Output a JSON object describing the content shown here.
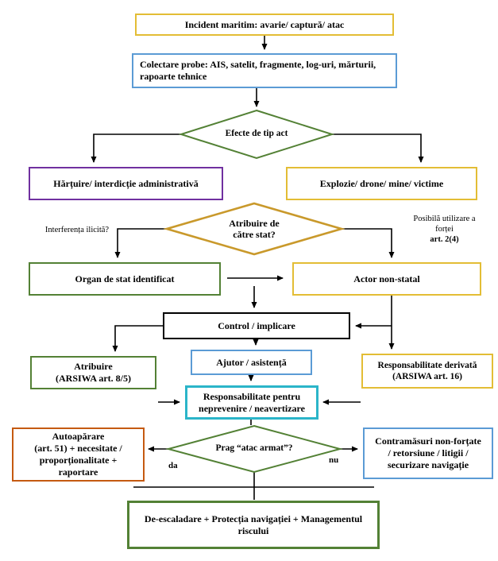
{
  "colors": {
    "yellow": "#e3bd35",
    "gold": "#c9992b",
    "blue": "#5b9bd5",
    "green": "#538135",
    "purple": "#7030a0",
    "cyan": "#2bb5c9",
    "orange": "#c55a11",
    "black": "#000000"
  },
  "nodes": {
    "incident": {
      "label": "Incident maritim: avarie/ captură/ atac"
    },
    "colectare": {
      "label": "Colectare probe: AIS, satelit, fragmente, log-uri, mărturii, rapoarte tehnice"
    },
    "efecte": {
      "label": "Efecte de tip act"
    },
    "hartuire": {
      "label": "Hărțuire/ interdicție administrativă"
    },
    "explozie": {
      "label": "Explozie/ drone/ mine/ victime"
    },
    "atribuire_stat": {
      "lines": [
        "Atribuire de",
        "către stat?"
      ]
    },
    "organ_stat": {
      "label": "Organ de stat identificat"
    },
    "actor_nonstatal": {
      "label": "Actor non-statal"
    },
    "control": {
      "label": "Control / implicare"
    },
    "atribuire_arsiwa": {
      "lines": [
        "Atribuire",
        "(ARSIWA art. 8/5)"
      ]
    },
    "ajutor": {
      "label": "Ajutor / asistență"
    },
    "resp_derivata": {
      "lines": [
        "Responsabilitate derivată",
        "(ARSIWA art. 16)"
      ]
    },
    "resp_neprevenire": {
      "lines": [
        "Responsabilitate pentru",
        "neprevenire / neavertizare"
      ]
    },
    "prag": {
      "label": "Prag “atac armat”?"
    },
    "autoaparare": {
      "lines": [
        "Autoapărare",
        "(art. 51) + necesitate /",
        "proporționalitate +",
        "raportare"
      ]
    },
    "contramasuri": {
      "lines": [
        "Contramăsuri non-forțate",
        "/ retorsiune / litigii /",
        "securizare navigație"
      ]
    },
    "deescaladare": {
      "lines": [
        "De-escaladare + Protecția navigației + Managementul",
        "riscului"
      ]
    }
  },
  "edge_labels": {
    "interferenta": "Interferența ilicită?",
    "posibila": {
      "lines": [
        "Posibilă utilizare a",
        "forței",
        "art. 2(4)"
      ]
    },
    "da": "da",
    "nu": "nu"
  }
}
